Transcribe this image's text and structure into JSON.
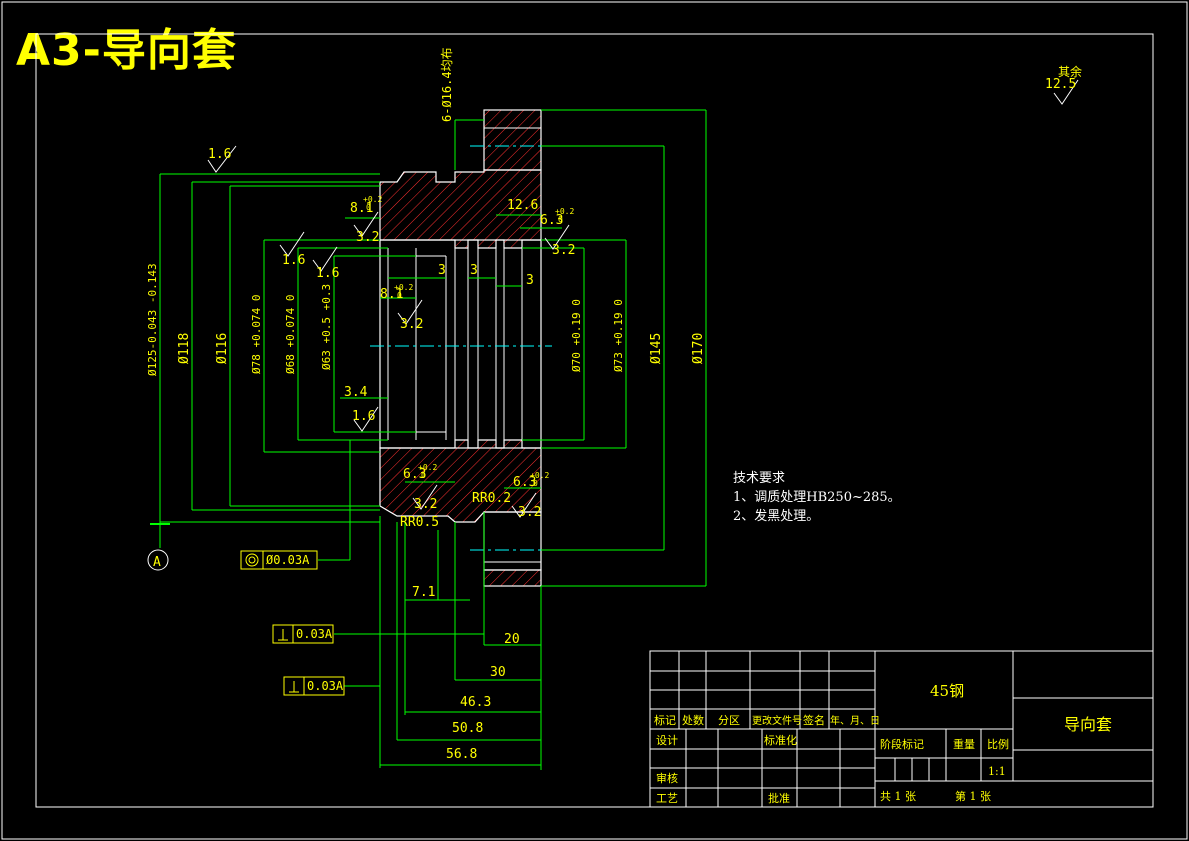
{
  "title": "A3-导向套",
  "roughness_note": {
    "label": "其余",
    "value": "12.5"
  },
  "tech_requirements": {
    "heading": "技术要求",
    "items": [
      "1、调质处理HB250~285。",
      "2、发黑处理。"
    ]
  },
  "title_block": {
    "material": "45钢",
    "part_name": "导向套",
    "scale": "1:1",
    "sheets": "共  1  张",
    "sheet_no": "第  1  张",
    "cols": [
      "标记",
      "处数",
      "分区",
      "更改文件号",
      "签名",
      "年、月、日"
    ],
    "design": "设计",
    "standardize": "标准化",
    "stage_mark": "阶段标记",
    "weight": "重量",
    "ratio": "比例",
    "review": "审核",
    "process": "工艺",
    "approve": "批准"
  },
  "dims": {
    "d125": "Ø125-0.043 -0.143",
    "d118": "Ø118",
    "d116": "Ø116",
    "d78": "Ø78 +0.074 0",
    "d68": "Ø68 +0.074 0",
    "d63": "Ø63 +0.5 +0.3",
    "d70": "Ø70 +0.19 0",
    "d73": "Ø73 +0.19 0",
    "d145": "Ø145",
    "d170": "Ø170",
    "holes": "6-Ø16.4均布",
    "r12_6": "12.6",
    "r6_3a": "6.3",
    "r3_2a": "3.2",
    "r8_1a": "8.1",
    "r8_1b": "8.1",
    "r3_2b": "3.2",
    "r3_2c": "3.2",
    "r1_6a": "1.6",
    "r1_6b": "1.6",
    "r1_6c": "1.6",
    "r1_6d": "1.6",
    "r3_4": "3.4",
    "r6_3b": "6.3",
    "r6_3c": "6.3",
    "r3_2d": "3.2",
    "r3_2e": "3.2",
    "g3a": "3",
    "g3b": "3",
    "g3c": "3",
    "rr02": "RR0.2",
    "rr05": "RR0.5",
    "dim7_1": "7.1",
    "dim20": "20",
    "dim30": "30",
    "dim46_3": "46.3",
    "dim50_8": "50.8",
    "dim56_8": "56.8",
    "tol_sym": "A",
    "tol_concentric": "Ø0.03A",
    "tol_perp1": "0.03A",
    "tol_perp2": "0.03A",
    "tol_plus": "+0.2",
    "tol_zero": "0"
  },
  "colors": {
    "outline": "#ffffff",
    "dim": "#00ff00",
    "text": "#ffff00",
    "hatch": "#ff0000",
    "center": "#00ffff"
  }
}
